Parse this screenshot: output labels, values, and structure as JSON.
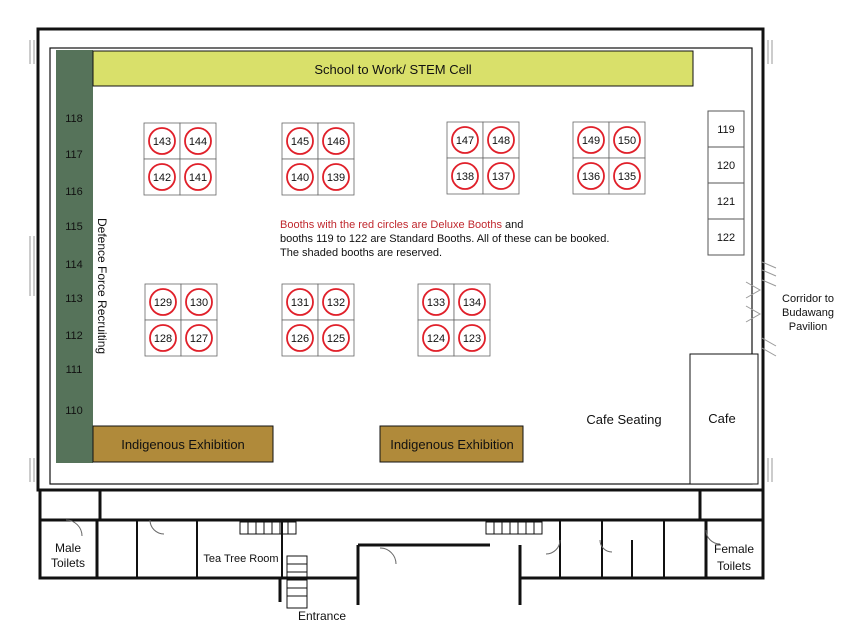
{
  "areas": {
    "stem_cell": "School to Work/ STEM Cell",
    "defence": "Defence Force Recruiting",
    "indigenous_left": "Indigenous Exhibition",
    "indigenous_right": "Indigenous Exhibition",
    "cafe": "Cafe",
    "cafe_seating": "Cafe Seating",
    "male_toilets": [
      "Male",
      "Toilets"
    ],
    "female_toilets": [
      "Female",
      "Toilets"
    ],
    "tea_tree": "Tea Tree Room",
    "entrance": "Entrance",
    "corridor": [
      "Corridor to",
      "Budawang",
      "Pavilion"
    ]
  },
  "left_numbers": [
    "118",
    "117",
    "116",
    "115",
    "114",
    "113",
    "112",
    "111",
    "110"
  ],
  "standard_booths": [
    "119",
    "120",
    "121",
    "122"
  ],
  "deluxe_groups": [
    [
      "143",
      "144",
      "142",
      "141"
    ],
    [
      "145",
      "146",
      "140",
      "139"
    ],
    [
      "147",
      "148",
      "138",
      "137"
    ],
    [
      "149",
      "150",
      "136",
      "135"
    ],
    [
      "129",
      "130",
      "128",
      "127"
    ],
    [
      "131",
      "132",
      "126",
      "125"
    ],
    [
      "133",
      "134",
      "124",
      "123"
    ]
  ],
  "legend": {
    "line1_red": "Booths with the red circles are Deluxe Booths",
    "line1_rest": " and",
    "line2": "booths 119 to 122 are Standard Booths. All of these can be booked.",
    "line3": "The shaded booths are reserved."
  },
  "colors": {
    "defence": "#56735a",
    "stem": "#d9e06a",
    "indigenous": "#b08a3a",
    "deluxe_circle": "#e0202a",
    "legend_red": "#c0282e",
    "legend_gold": "#a07820"
  }
}
